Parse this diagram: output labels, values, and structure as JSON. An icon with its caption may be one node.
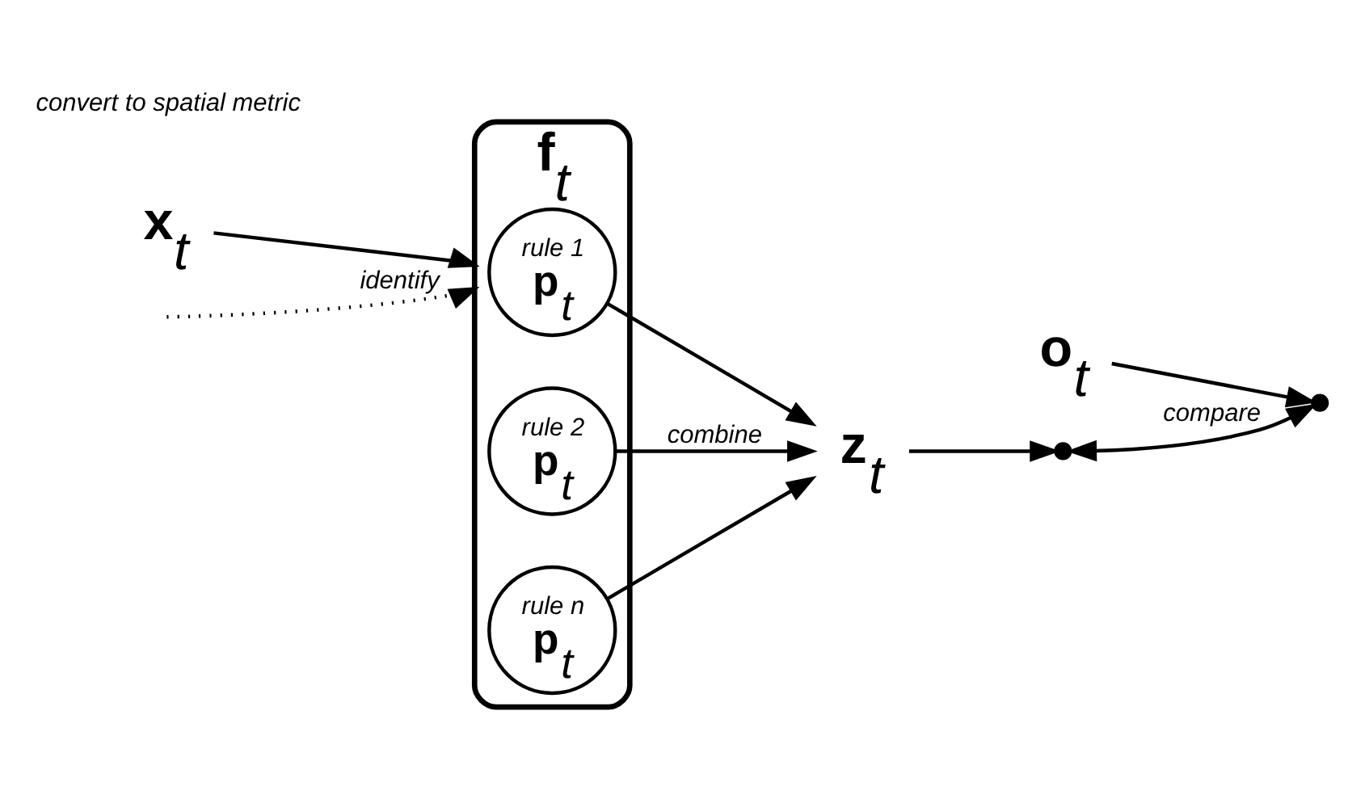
{
  "diagram": {
    "nodes": [
      {
        "text": [
          "**f**$_{t}$"
        ]
      },
      {
        "text": [
          "rule 1",
          "**p**$_{t}$"
        ],
        "in": 0
      },
      {
        "text": [
          "rule 2",
          "**p**$_{t}$"
        ],
        "in": 0
      },
      {
        "text": [
          "rule n",
          "**p**$_{t}$"
        ],
        "in": 0
      },
      {
        "text": [
          "**x**$_{t}$"
        ]
      },
      {
        "text": [
          "**z**$_{t}$"
        ]
      },
      {
        "text": [
          "**o**$_{t}$"
        ]
      },
      {
        "text": [],
        "shape": "circle"
      },
      {
        "text": [],
        "shape": "circle"
      }
    ],
    "edges": [
      {
        "from": 4,
        "to": 0,
        "arrow": "to"
      },
      {
        "from": 1,
        "to": 5,
        "arrow": "to"
      },
      {
        "from": 2,
        "to": 5,
        "arrow": "to",
        "label": "combine"
      },
      {
        "from": 3,
        "to": 5,
        "arrow": "to"
      },
      {
        "from": 5,
        "to": 7,
        "arrow": "to"
      },
      {
        "from": 6,
        "to": 8,
        "arrow": "to"
      },
      {
        "from": 7,
        "to": 8,
        "arrow": "both",
        "label": "compare"
      },
      {
        "from": null,
        "to": 0,
        "arrow": "to",
        "style": "dashed",
        "label": "identify"
      }
    ],
    "labels": [
      "convert to spatial metric"
    ]
  }
}
